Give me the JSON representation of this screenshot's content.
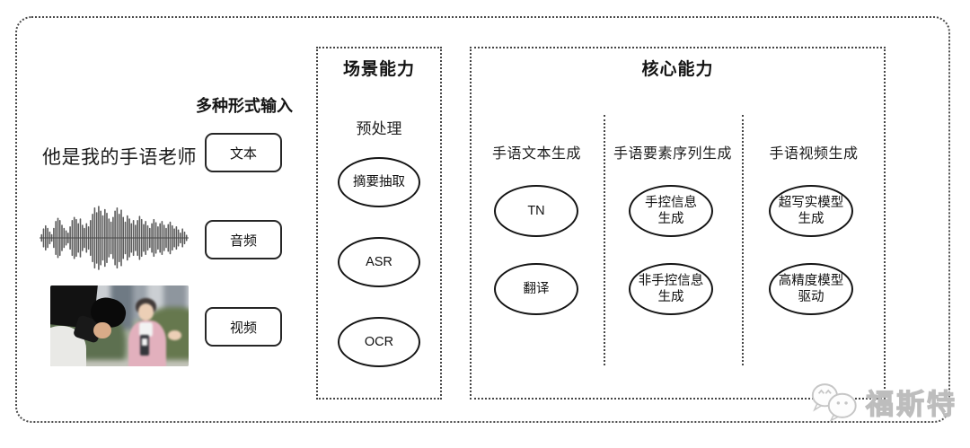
{
  "input_section": {
    "title": "多种形式输入",
    "sentence": "他是我的手语老师",
    "items": [
      {
        "label": "文本"
      },
      {
        "label": "音频"
      },
      {
        "label": "视频"
      }
    ],
    "waveform_icon": "audio-waveform",
    "video_thumbnail_icon": "reporter-being-filmed-photo",
    "waveform_amplitudes": [
      0.1,
      0.28,
      0.38,
      0.3,
      0.18,
      0.1,
      0.3,
      0.52,
      0.62,
      0.55,
      0.4,
      0.3,
      0.22,
      0.15,
      0.35,
      0.55,
      0.65,
      0.58,
      0.45,
      0.6,
      0.4,
      0.3,
      0.45,
      0.35,
      0.55,
      0.75,
      0.95,
      0.8,
      1.0,
      0.85,
      0.7,
      0.9,
      0.78,
      0.6,
      0.5,
      0.65,
      0.85,
      0.95,
      0.75,
      0.88,
      0.65,
      0.5,
      0.7,
      0.6,
      0.45,
      0.55,
      0.4,
      0.55,
      0.68,
      0.58,
      0.42,
      0.52,
      0.38,
      0.3,
      0.45,
      0.58,
      0.48,
      0.35,
      0.45,
      0.52,
      0.4,
      0.3,
      0.42,
      0.5,
      0.38,
      0.28,
      0.35,
      0.25,
      0.15,
      0.28,
      0.18,
      0.08
    ]
  },
  "scene_box": {
    "title": "场景能力",
    "subtitle": "预处理",
    "nodes": [
      "摘要抽取",
      "ASR",
      "OCR"
    ]
  },
  "core_box": {
    "title": "核心能力",
    "columns": [
      {
        "header": "手语文本生成",
        "nodes": [
          "TN",
          "翻译"
        ]
      },
      {
        "header": "手语要素序列生成",
        "nodes": [
          "手控信息\n生成",
          "非手控信息\n生成"
        ]
      },
      {
        "header": "手语视频生成",
        "nodes": [
          "超写实模型\n生成",
          "高精度模型\n驱动"
        ]
      }
    ]
  },
  "watermark": {
    "icon": "chat-bubbles-icon",
    "text": "福斯特"
  },
  "colors": {
    "stroke": "#141414",
    "dotted_border": "#4a4a4a",
    "watermark_gray": "#bdbdbd",
    "background": "#ffffff"
  }
}
